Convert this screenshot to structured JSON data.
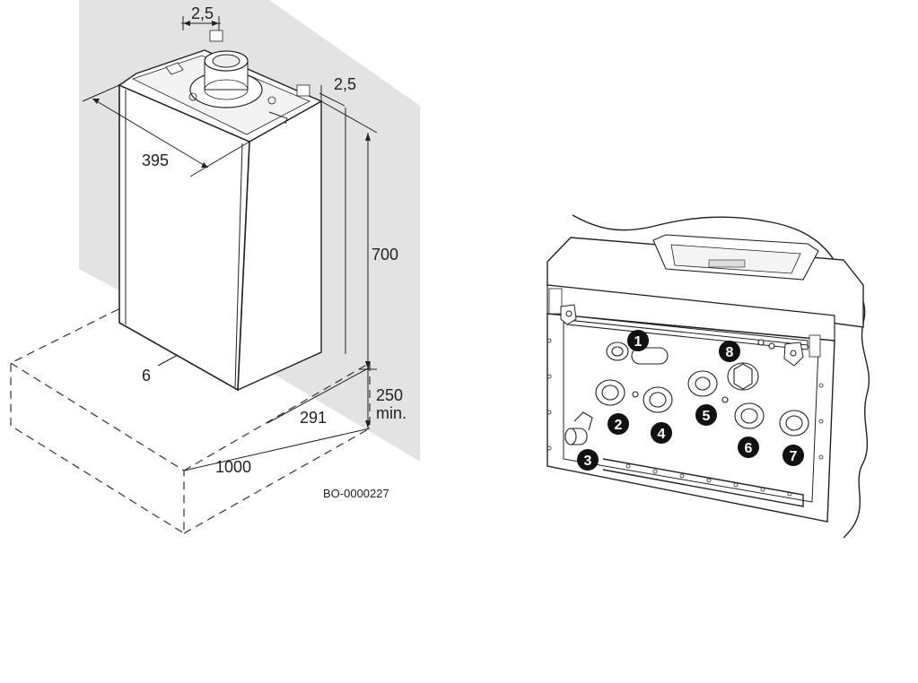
{
  "dimensions": {
    "top_gap": "2,5",
    "side_gap": "2,5",
    "width": "395",
    "height": "700",
    "front_gap": "6",
    "depth_clearance": "291",
    "bottom_clearance_value": "250",
    "bottom_clearance_unit": "min.",
    "front_clearance": "1000"
  },
  "reference_code": "BO-0000227",
  "connection_markers": [
    "1",
    "2",
    "3",
    "4",
    "5",
    "6",
    "7",
    "8"
  ],
  "colors": {
    "wall": "#e3e3e3",
    "outline": "#222222",
    "badge": "#111111"
  }
}
